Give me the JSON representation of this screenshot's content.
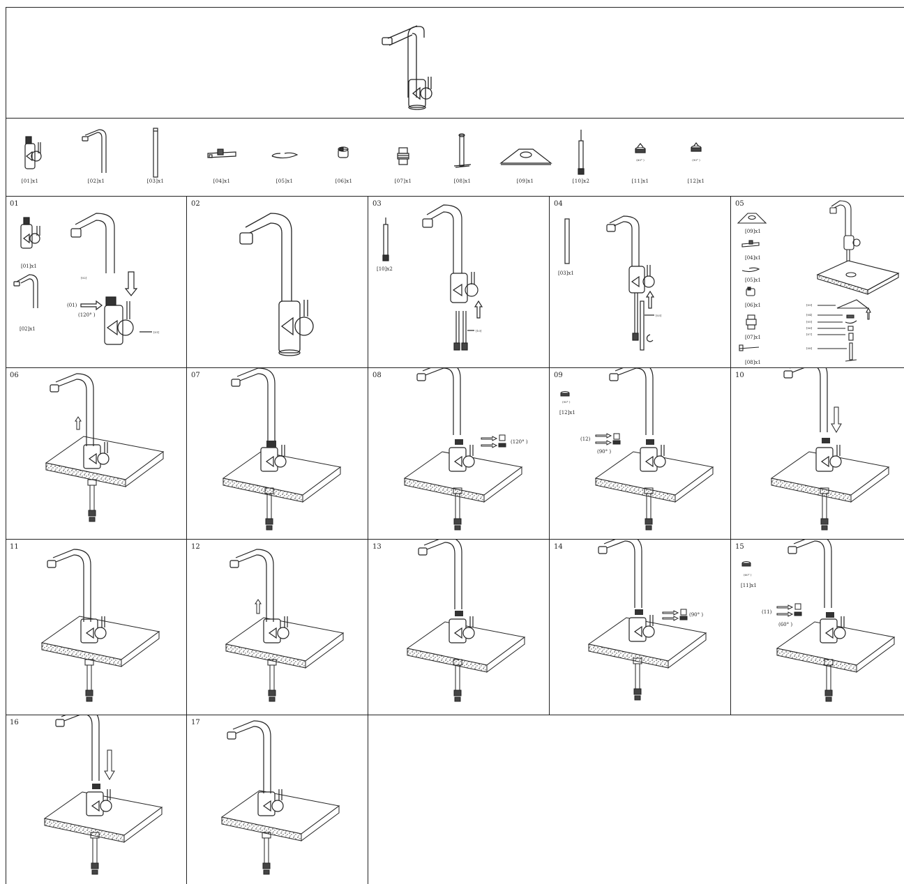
{
  "parts": [
    {
      "label": "[01]x1"
    },
    {
      "label": "[02]x1"
    },
    {
      "label": "[03]x1"
    },
    {
      "label": "[04]x1"
    },
    {
      "label": "[05]x1"
    },
    {
      "label": "[06]x1"
    },
    {
      "label": "[07]x1"
    },
    {
      "label": "[08]x1"
    },
    {
      "label": "[09]x1"
    },
    {
      "label": "[10]x2"
    },
    {
      "label": "[11]x1",
      "sub": "(60° )"
    },
    {
      "label": "[12]x1",
      "sub": "(90° )"
    }
  ],
  "steps": {
    "s01": {
      "num": "01",
      "p01": "[01]x1",
      "p02": "[02]x1",
      "t02": "[02]",
      "t01": "(01)",
      "angle": "(120° )",
      "r01": "[01]"
    },
    "s02": {
      "num": "02"
    },
    "s03": {
      "num": "03",
      "p10": "[10]x2",
      "t10": "[10]"
    },
    "s04": {
      "num": "04",
      "p03": "[03]x1",
      "t03": "[03]"
    },
    "s05": {
      "num": "05",
      "p09": "[09]x1",
      "p04": "[04]x1",
      "p05": "[05]x1",
      "p06": "[06]x1",
      "p07": "[07]x1",
      "p08": "[08]x1",
      "l09": "[09]",
      "l04": "[04]",
      "l05": "[05]",
      "l06": "[06]",
      "l07": "[07]",
      "l08": "[08]"
    },
    "s06": {
      "num": "06"
    },
    "s07": {
      "num": "07"
    },
    "s08": {
      "num": "08",
      "angle": "(120° )"
    },
    "s09": {
      "num": "09",
      "sub": "(90° )",
      "p12": "[12]x1",
      "t12": "(12)",
      "angle": "(90° )"
    },
    "s10": {
      "num": "10"
    },
    "s11": {
      "num": "11"
    },
    "s12": {
      "num": "12"
    },
    "s13": {
      "num": "13"
    },
    "s14": {
      "num": "14",
      "angle": "(90° )"
    },
    "s15": {
      "num": "15",
      "sub": "(60° )",
      "p11": "[11]x1",
      "t11": "(11)",
      "angle": "(60° )"
    },
    "s16": {
      "num": "16"
    },
    "s17": {
      "num": "17"
    }
  }
}
